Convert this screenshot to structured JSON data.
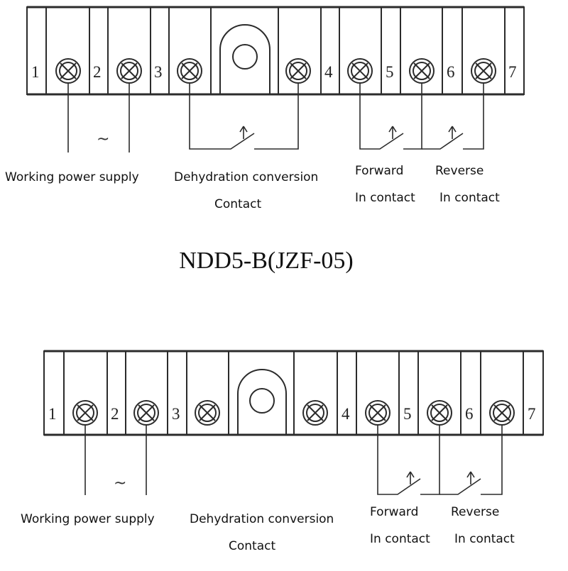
{
  "top_diagram": {
    "terminal_numbers": [
      "1",
      "2",
      "3",
      "4",
      "5",
      "6",
      "7"
    ],
    "supply_symbol": "~",
    "labels": {
      "power": "Working power supply",
      "dehydration_line1": "Dehydration conversion",
      "dehydration_line2": "Contact",
      "forward_line1": "Forward",
      "forward_line2": "In contact",
      "reverse_line1": "Reverse",
      "reverse_line2": "In contact"
    }
  },
  "model_title": "NDD5-B(JZF-05)",
  "bottom_diagram": {
    "terminal_numbers": [
      "1",
      "2",
      "3",
      "4",
      "5",
      "6",
      "7"
    ],
    "supply_symbol": "~",
    "labels": {
      "power": "Working power supply",
      "dehydration_line1": "Dehydration conversion",
      "dehydration_line2": "Contact",
      "forward_line1": "Forward",
      "forward_line2": "In contact",
      "reverse_line1": "Reverse",
      "reverse_line2": "In contact"
    }
  }
}
